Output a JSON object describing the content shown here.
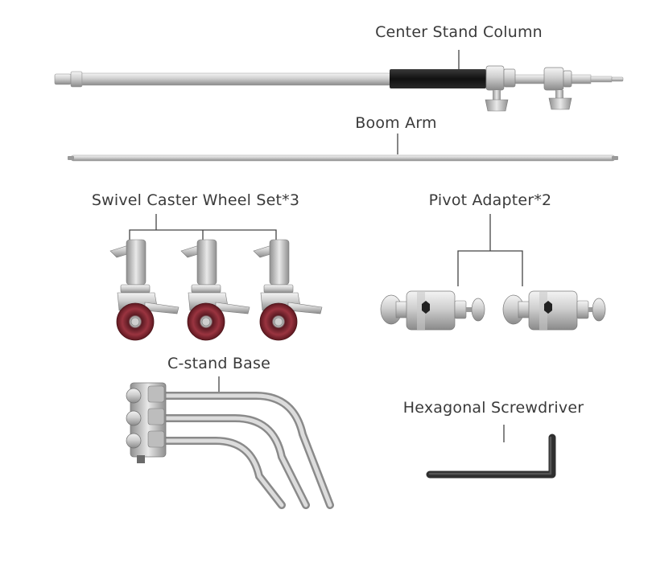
{
  "labels": {
    "center_stand_column": "Center Stand Column",
    "boom_arm": "Boom Arm",
    "swivel_caster_wheel_set": "Swivel Caster Wheel Set*3",
    "pivot_adapter": "Pivot Adapter*2",
    "c_stand_base": "C-stand Base",
    "hexagonal_screwdriver": "Hexagonal Screwdriver"
  },
  "colors": {
    "steel_light": "#e4e4e4",
    "steel_mid": "#b9b9b9",
    "steel_dark": "#7d7d7d",
    "grip_black": "#1e1e1e",
    "wheel_red": "#8e2a36",
    "leader_line": "#444444"
  }
}
